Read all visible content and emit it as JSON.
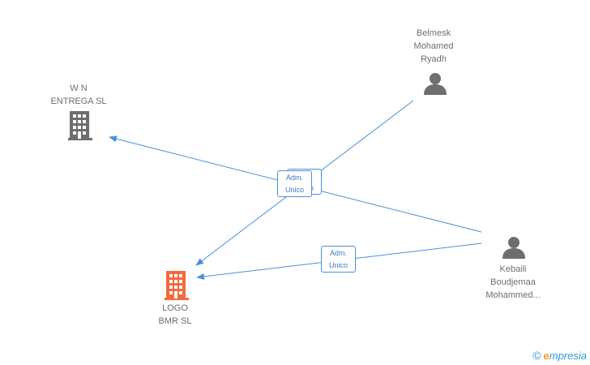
{
  "nodes": {
    "company_1": {
      "line1": "W N",
      "line2": "ENTREGA  SL",
      "type": "company",
      "color": "#6e6e6e"
    },
    "company_2": {
      "line1": "LOGO",
      "line2": "BMR  SL",
      "type": "company",
      "color": "#f26a3d"
    },
    "person_1": {
      "line1": "Belmesk",
      "line2": "Mohamed",
      "line3": "Ryadh",
      "type": "person",
      "color": "#6e6e6e"
    },
    "person_2": {
      "line1": "Kebaili",
      "line2": "Boudjemaa",
      "line3": "Mohammed...",
      "type": "person",
      "color": "#6e6e6e"
    }
  },
  "relations": {
    "rel_1": {
      "line1": "Adm.",
      "line2": "Unico"
    },
    "rel_2": {
      "line1": "Adm.",
      "line2": "Unico"
    }
  },
  "edge_color": "#4a90d9",
  "footer": {
    "copyright": "©",
    "brand_first": "e",
    "brand_rest": "mpresia"
  }
}
